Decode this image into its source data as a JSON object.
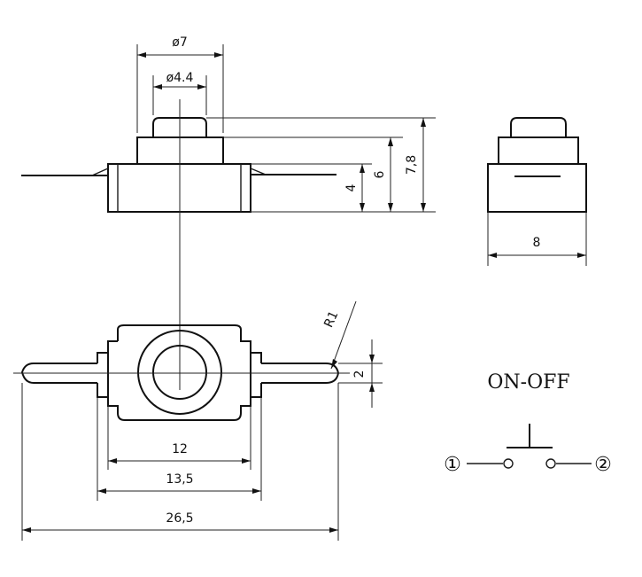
{
  "dimensions": {
    "outer_diameter": "ø7",
    "inner_diameter": "ø4.4",
    "h4": "4",
    "h6": "6",
    "h78": "7,8",
    "width_side": "8",
    "radius": "R1",
    "pin_width": "2",
    "w12": "12",
    "w135": "13,5",
    "w265": "26,5"
  },
  "schematic": {
    "title": "ON-OFF",
    "terminal_1": "①",
    "terminal_2": "②"
  }
}
